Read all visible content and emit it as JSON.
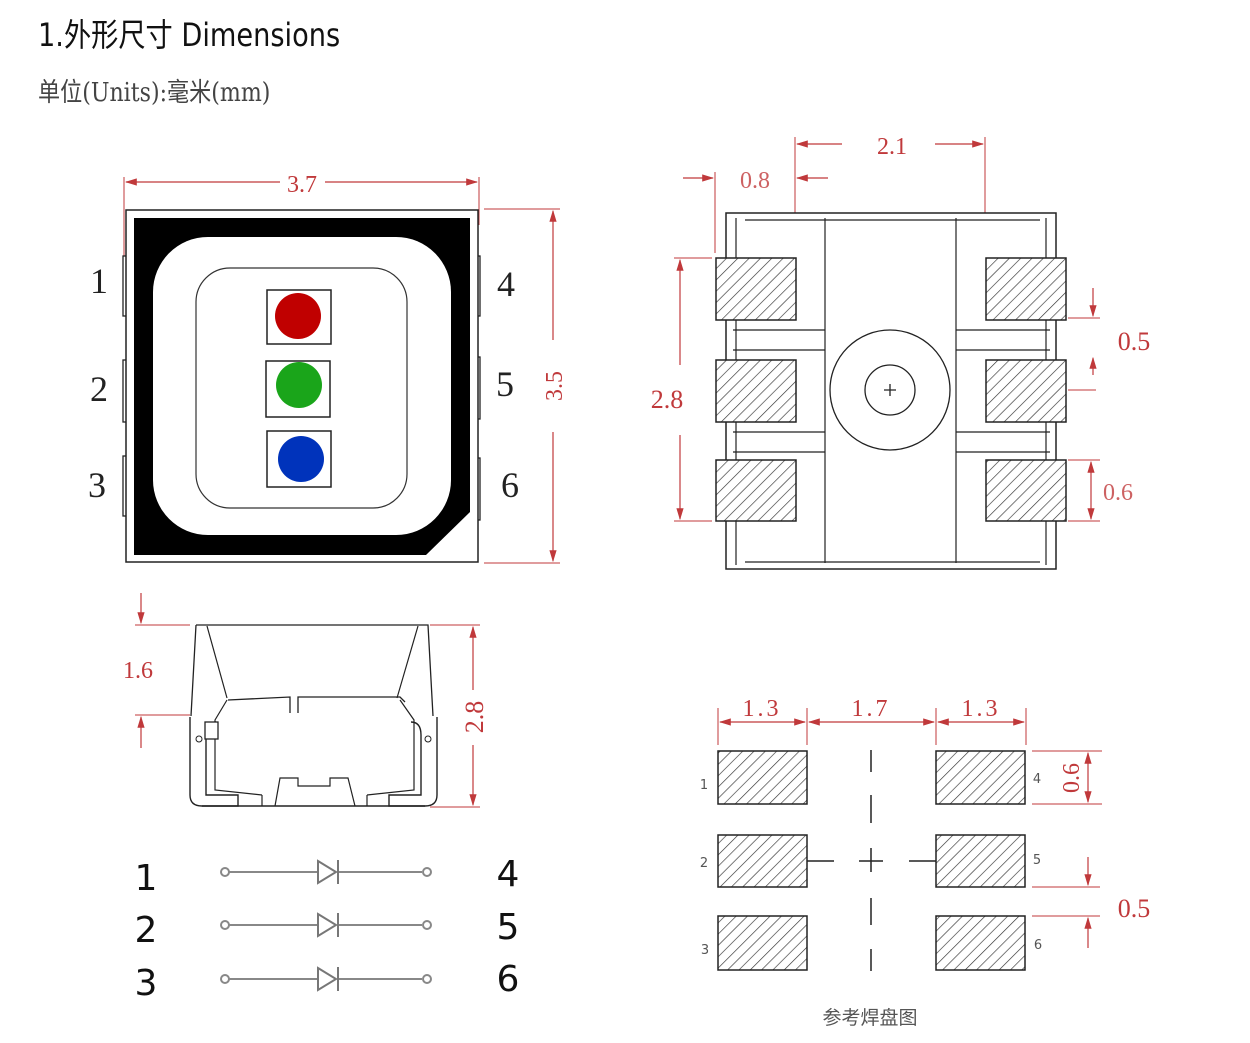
{
  "header": {
    "title": "1.外形尺寸 Dimensions",
    "units": "单位(Units):毫米(mm)"
  },
  "top_view": {
    "width_label": "3.7",
    "height_label": "3.5",
    "pins_left": [
      "1",
      "2",
      "3"
    ],
    "pins_right": [
      "4",
      "5",
      "6"
    ],
    "led_colors": {
      "red": "#c00000",
      "green": "#1aa51a",
      "blue": "#0033bb"
    }
  },
  "bottom_view": {
    "pitch_label": "2.1",
    "pad_width_label": "0.8",
    "span_label": "2.8",
    "gap_label": "0.5",
    "pad_height_label": "0.6"
  },
  "side_view": {
    "lens_height_label": "1.6",
    "total_height_label": "2.8"
  },
  "circuit": {
    "left_pins": [
      "1",
      "2",
      "3"
    ],
    "right_pins": [
      "4",
      "5",
      "6"
    ]
  },
  "solder_pad": {
    "left_width_label": "1.3",
    "center_gap_label": "1.7",
    "right_width_label": "1.3",
    "pad_height_label": "0.6",
    "gap_label": "0.5",
    "pins_left": [
      "1",
      "2",
      "3"
    ],
    "pins_right": [
      "4",
      "5",
      "6"
    ],
    "caption": "参考焊盘图"
  },
  "colors": {
    "dimension": "#c0393b",
    "line": "#222222"
  }
}
